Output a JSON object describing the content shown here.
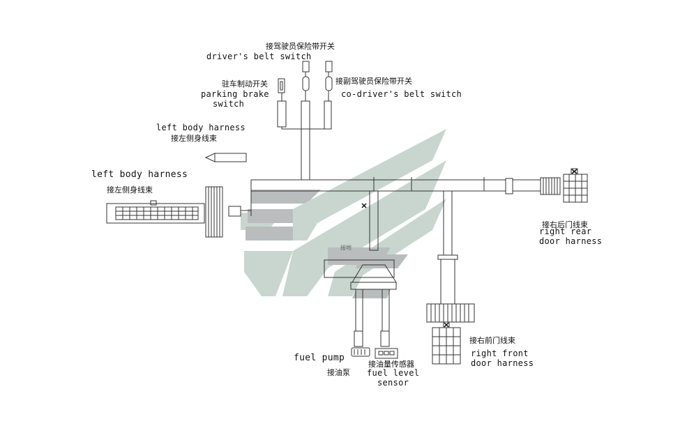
{
  "labels": {
    "drivers_belt_zh": "接驾驶员保险带开关",
    "drivers_belt_en": "driver's belt switch",
    "codriver_belt_zh": "接副驾驶员保险带开关",
    "codriver_belt_en": "co-driver's belt switch",
    "parking_brake_zh": "驻车制动开关",
    "parking_brake_en_1": "parking brake",
    "parking_brake_en_2": "switch",
    "left_body_upper_en": "left body harness",
    "left_body_upper_zh": "接左侧身线束",
    "left_body_lower_en": "left body harness",
    "left_body_lower_zh": "接左侧身线束",
    "right_rear_zh": "接右后门线束",
    "right_rear_en_1": "right rear",
    "right_rear_en_2": "door harness",
    "right_front_zh": "接右前门线束",
    "right_front_en_1": "right front",
    "right_front_en_2": "door harness",
    "fuel_pump_en": "fuel pump",
    "fuel_pump_zh": "接油泵",
    "fuel_level_zh": "接油量传感器",
    "fuel_level_en_1": "fuel level",
    "fuel_level_en_2": "sensor",
    "center_mark": "接地"
  },
  "colors": {
    "line": "#333333",
    "watermark_gray": "#b9bdbd",
    "watermark_green": "#c8d6cf"
  }
}
